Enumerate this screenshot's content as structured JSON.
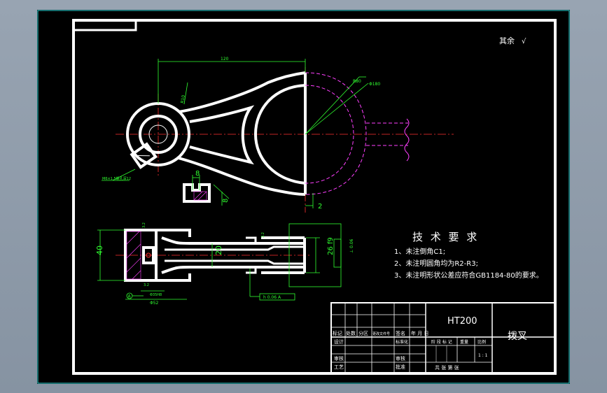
{
  "drawing": {
    "surface_note": "其余",
    "dims": {
      "top_length": "120",
      "radius_r80": "R80",
      "diam_180": "Φ180",
      "radius_r10": "R10",
      "hole_note": "M6×1.5螺孔深12",
      "slot_width": "8",
      "slot_depth": "8",
      "gap": "2",
      "height_40": "40",
      "bore_20": "20",
      "fork_width": "26 f9",
      "tol_1": "⊥ 0.06",
      "tol_2": "h 0.06 A",
      "datum": "A",
      "dim_52": "Φ52",
      "dim_35": "Φ35H8",
      "rough_a": "3.2",
      "rough_b": "3.2",
      "rough_c": "3.2"
    },
    "tech_title": "技 术 要 求",
    "tech_notes": [
      "1、未注倒角C1;",
      "2、未注明圆角均为R2-R3;",
      "3、未注明形状公差应符合GB1184-80的要求。"
    ]
  },
  "title_block": {
    "material": "HT200",
    "part_name": "拨叉",
    "row_labels": [
      "标记",
      "处数",
      "分区",
      "更改文件号",
      "签名",
      "年 月 日"
    ],
    "design": "设计",
    "standardize": "标准化",
    "review": "审核",
    "process": "工艺",
    "approve": "批准",
    "check": "审核",
    "stage_labels": [
      "阶 段 标 记",
      "重量",
      "比例"
    ],
    "scale": "1 : 1",
    "sheet": "共    张   第    张"
  }
}
